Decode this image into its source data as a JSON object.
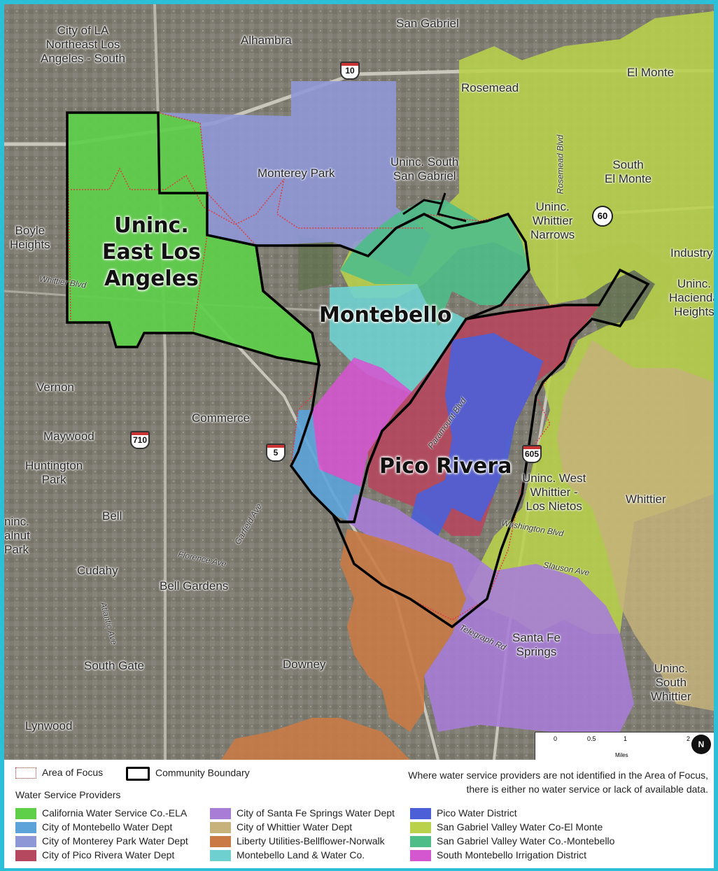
{
  "labels": {
    "san_gabriel": "San Gabriel",
    "city_of_la": "City of LA\nNortheast Los\nAngeles - South",
    "alhambra": "Alhambra",
    "rosemead": "Rosemead",
    "el_monte": "El Monte",
    "monterey_park": "Monterey Park",
    "uninc_south_san_gabriel": "Uninc. South\nSan Gabriel",
    "south_el_monte": "South\nEl Monte",
    "uninc_whittier_narrows": "Uninc.\nWhittier\nNarrows",
    "boyle_heights": "Boyle\nHeights",
    "industry": "Industry",
    "uninc_hacienda_heights": "Uninc.\nHacienda\nHeights",
    "uninc_east_la": "Uninc.\nEast Los\nAngeles",
    "montebello": "Montebello",
    "vernon": "Vernon",
    "commerce": "Commerce",
    "maywood": "Maywood",
    "huntington_park": "Huntington\nPark",
    "pico_rivera": "Pico Rivera",
    "uninc_west_whittier": "Uninc. West\nWhittier -\nLos Nietos",
    "whittier": "Whittier",
    "bell": "Bell",
    "uninc_walnut_park": "ninc.\nalnut\nPark",
    "cudahy": "Cudahy",
    "bell_gardens": "Bell Gardens",
    "santa_fe_springs": "Santa Fe\nSprings",
    "south_gate": "South Gate",
    "downey": "Downey",
    "uninc_south_whittier": "Uninc.\nSouth\nWhittier",
    "lynwood": "Lynwood"
  },
  "streets": {
    "whittier_blvd": "Whittier Blvd",
    "rosemead_blvd": "Rosemead Blvd",
    "garfield_ave": "Garfield Ave",
    "florence_ave": "Florence Ave",
    "atlantic_ave": "Atlantic Ave",
    "washington_blvd": "Washington Blvd",
    "slauson_ave": "Slauson Ave",
    "telegraph_rd": "Telegraph Rd",
    "paramount_blvd": "Paramount Blvd"
  },
  "highways": {
    "i10": "10",
    "i710": "710",
    "i5": "5",
    "i605": "605",
    "sr60": "60"
  },
  "scale": {
    "ticks": [
      "0",
      "0.5",
      "1",
      "2"
    ],
    "unit": "Miles"
  },
  "north": "N",
  "legend": {
    "area_of_focus": "Area of Focus",
    "community_boundary": "Community Boundary",
    "note": "Where water service providers are not identified in the Area of Focus,\nthere is either no water service or lack of available data.",
    "title": "Water Service Providers",
    "providers": [
      {
        "label": "California Water Service Co.-ELA",
        "color": "#5fcf4a"
      },
      {
        "label": "City of Montebello Water Dept",
        "color": "#5ba3d9"
      },
      {
        "label": "City of Monterey Park Water Dept",
        "color": "#8f98d6"
      },
      {
        "label": "City of Pico Rivera Water Dept",
        "color": "#b5475e"
      },
      {
        "label": "City of Santa Fe Springs Water Dept",
        "color": "#a77dd6"
      },
      {
        "label": "City of Whittier Water Dept",
        "color": "#c6b27a"
      },
      {
        "label": "Liberty Utilities-Bellflower-Norwalk",
        "color": "#c97a45"
      },
      {
        "label": "Montebello Land & Water Co.",
        "color": "#6fd1cf"
      },
      {
        "label": "Pico Water District",
        "color": "#4d5fd6"
      },
      {
        "label": "San Gabriel Valley Water Co-El Monte",
        "color": "#bad14b"
      },
      {
        "label": "San Gabriel Valley Water Co.-Montebello",
        "color": "#4fbd88"
      },
      {
        "label": "South Montebello Irrigation District",
        "color": "#d457cf"
      }
    ]
  }
}
